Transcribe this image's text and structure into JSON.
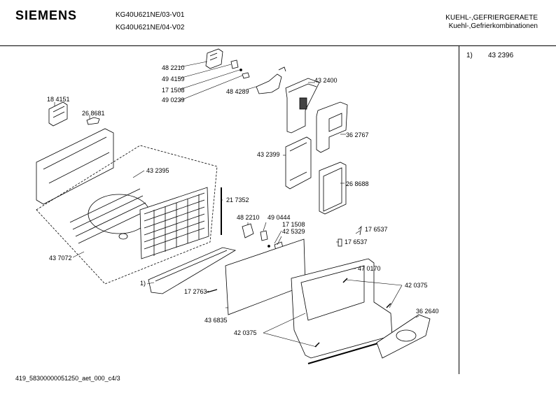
{
  "header": {
    "brand": "SIEMENS",
    "model_line_1": "KG40U621NE/03-V01",
    "model_line_2": "KG40U621NE/04-V02",
    "category_line_1": "KUEHL-,GEFRIERGERAETE",
    "category_line_2": "Kuehl-,Gefrierkombinationen"
  },
  "footnote": {
    "marker": "1)",
    "part": "43 2396"
  },
  "footer": {
    "code": "419_58300000051250_aet_000_c4/3"
  },
  "parts": [
    {
      "id": "p482210a",
      "label": "48 2210"
    },
    {
      "id": "p494159",
      "label": "49 4159"
    },
    {
      "id": "p171508a",
      "label": "17 1508"
    },
    {
      "id": "p490239",
      "label": "49 0239"
    },
    {
      "id": "p484289",
      "label": "48 4289"
    },
    {
      "id": "p432400",
      "label": "43 2400"
    },
    {
      "id": "p184151",
      "label": "18 4151"
    },
    {
      "id": "p268681",
      "label": "26 8681"
    },
    {
      "id": "p362767",
      "label": "36 2767"
    },
    {
      "id": "p432399",
      "label": "43 2399"
    },
    {
      "id": "p432395",
      "label": "43 2395"
    },
    {
      "id": "p268688",
      "label": "26 8688"
    },
    {
      "id": "p217352",
      "label": "21 7352"
    },
    {
      "id": "p482210b",
      "label": "48 2210"
    },
    {
      "id": "p490444",
      "label": "49 0444"
    },
    {
      "id": "p171508b",
      "label": "17 1508"
    },
    {
      "id": "p425329",
      "label": "42 5329"
    },
    {
      "id": "p176537a",
      "label": "17 6537"
    },
    {
      "id": "p176537b",
      "label": "17 6537"
    },
    {
      "id": "p437072",
      "label": "43 7072"
    },
    {
      "id": "p470170",
      "label": "47 0170"
    },
    {
      "id": "pmark1",
      "label": "1)"
    },
    {
      "id": "p172763",
      "label": "17 2763"
    },
    {
      "id": "p420375a",
      "label": "42 0375"
    },
    {
      "id": "p362640",
      "label": "36 2640"
    },
    {
      "id": "p436835",
      "label": "43 6835"
    },
    {
      "id": "p420375b",
      "label": "42 0375"
    }
  ]
}
